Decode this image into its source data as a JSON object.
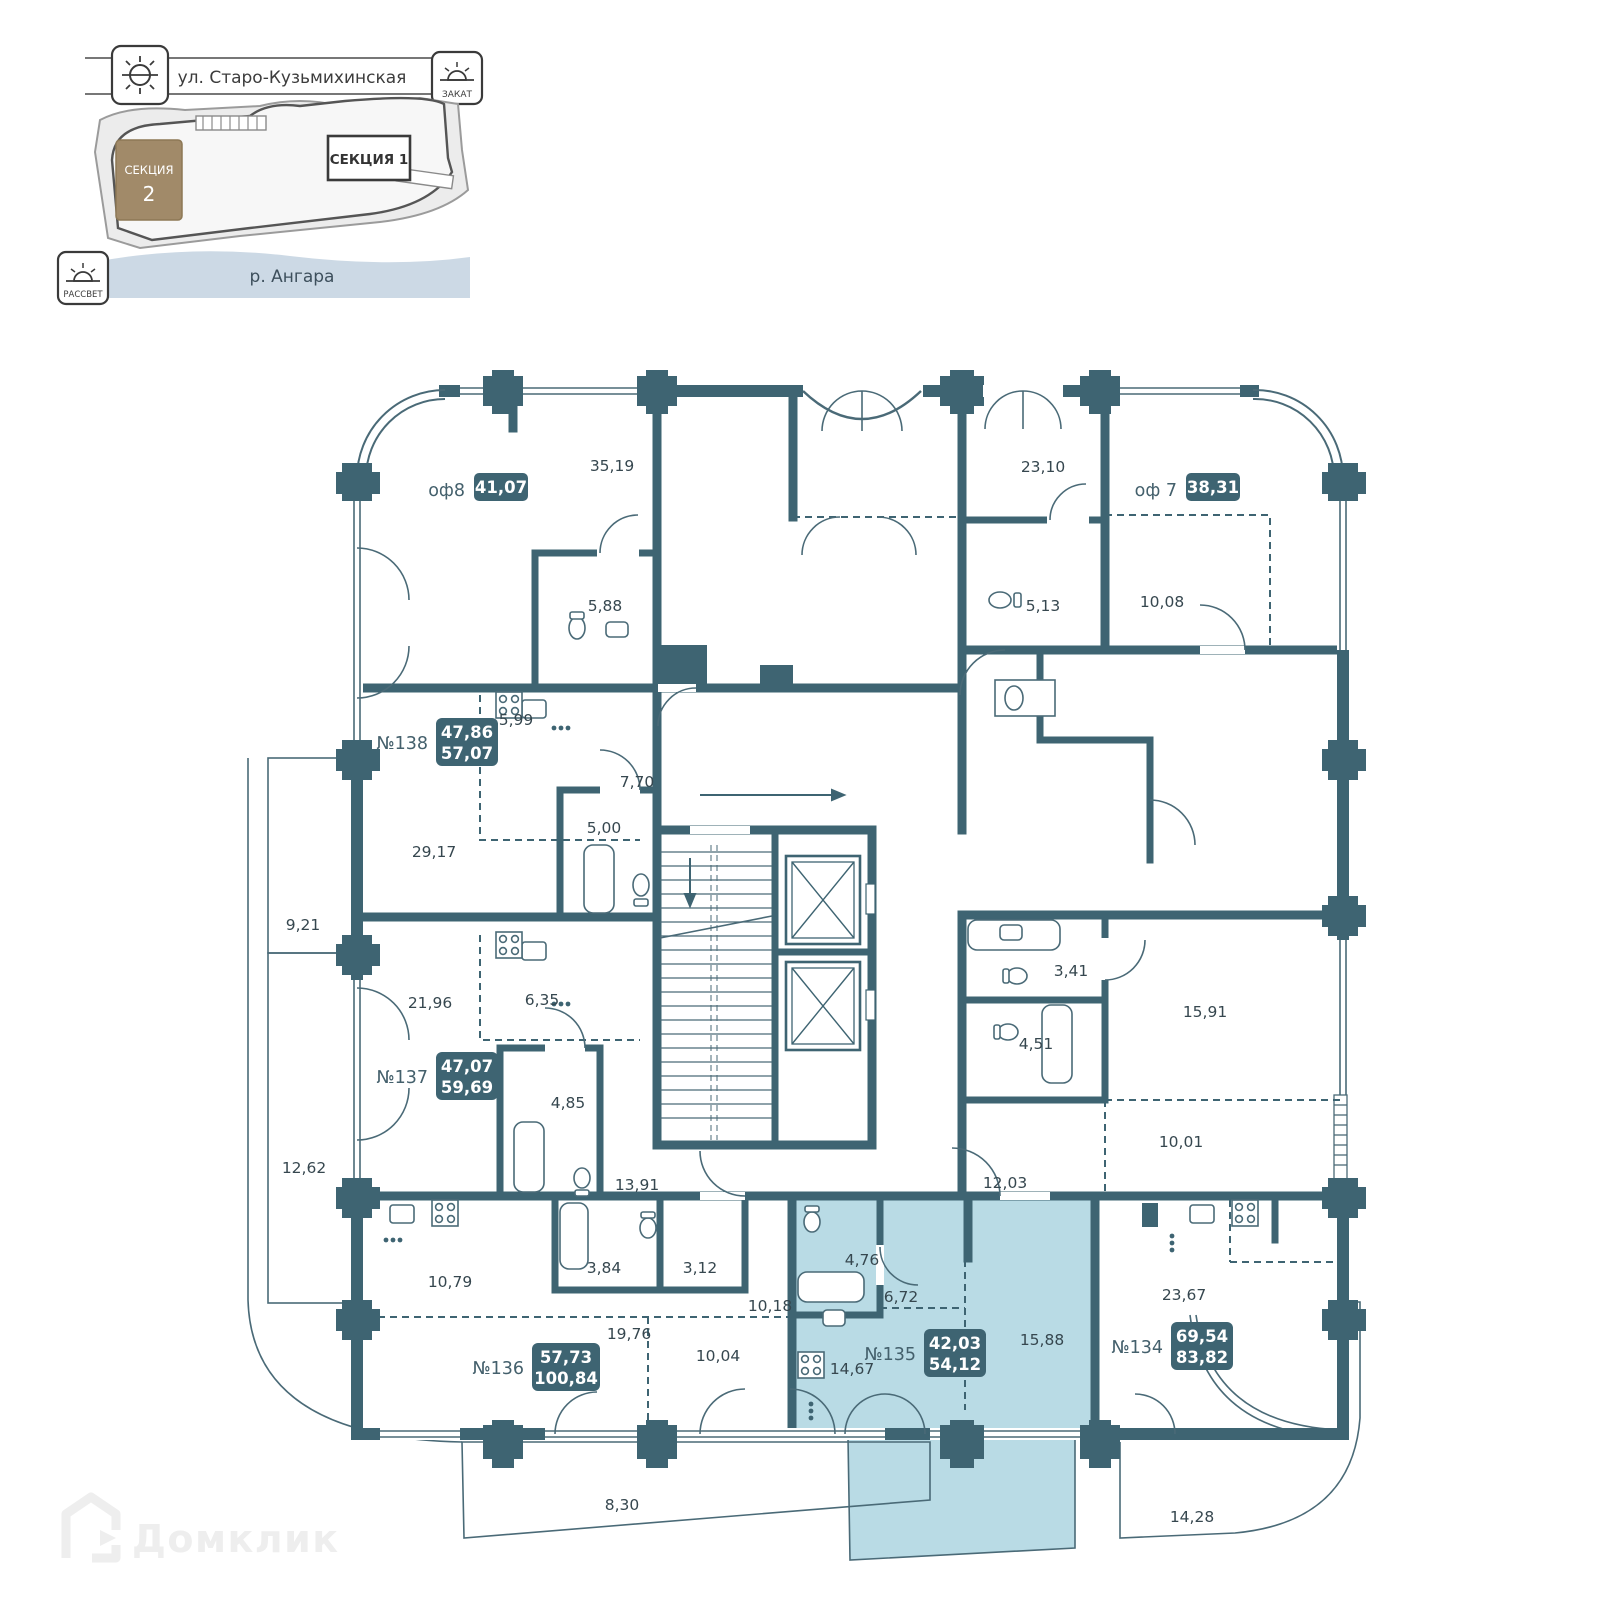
{
  "site_plan": {
    "street_label": "ул. Старо-Кузьмихинская",
    "river_label": "р. Ангара",
    "section_1_label": "СЕКЦИЯ 1",
    "section_2_line1": "СЕКЦИЯ",
    "section_2_line2": "2",
    "sunset_label": "ЗАКАТ",
    "sunrise_label": "РАССВЕТ"
  },
  "units": [
    {
      "id": "of8",
      "name": "оф8",
      "areas": [
        "41,07"
      ],
      "highlighted": false
    },
    {
      "id": "of7",
      "name": "оф 7",
      "areas": [
        "38,31"
      ],
      "highlighted": false
    },
    {
      "id": "n138",
      "name": "№138",
      "areas": [
        "47,86",
        "57,07"
      ],
      "highlighted": false
    },
    {
      "id": "n137",
      "name": "№137",
      "areas": [
        "47,07",
        "59,69"
      ],
      "highlighted": false
    },
    {
      "id": "n136",
      "name": "№136",
      "areas": [
        "57,73",
        "100,84"
      ],
      "highlighted": false
    },
    {
      "id": "n135",
      "name": "№135",
      "areas": [
        "42,03",
        "54,12"
      ],
      "highlighted": true
    },
    {
      "id": "n134",
      "name": "№134",
      "areas": [
        "69,54",
        "83,82"
      ],
      "highlighted": false
    }
  ],
  "rooms": [
    "35,19",
    "5,88",
    "23,10",
    "5,13",
    "10,08",
    "5,99",
    "7,70",
    "5,00",
    "29,17",
    "9,21",
    "21,96",
    "6,35",
    "4,85",
    "12,62",
    "13,91",
    "10,79",
    "3,84",
    "3,12",
    "10,18",
    "19,76",
    "10,04",
    "8,30",
    "4,76",
    "6,72",
    "14,67",
    "15,88",
    "12,03",
    "3,41",
    "4,51",
    "15,91",
    "10,01",
    "23,67",
    "14,28"
  ],
  "colors": {
    "wall": "#3e6472",
    "highlight": "#b9dbe5",
    "river": "#ccd9e5",
    "section2_fill": "#a18a69",
    "site_fill": "#ececec",
    "watermark": "#eeeeee"
  },
  "watermark": {
    "brand": "Домклик"
  }
}
